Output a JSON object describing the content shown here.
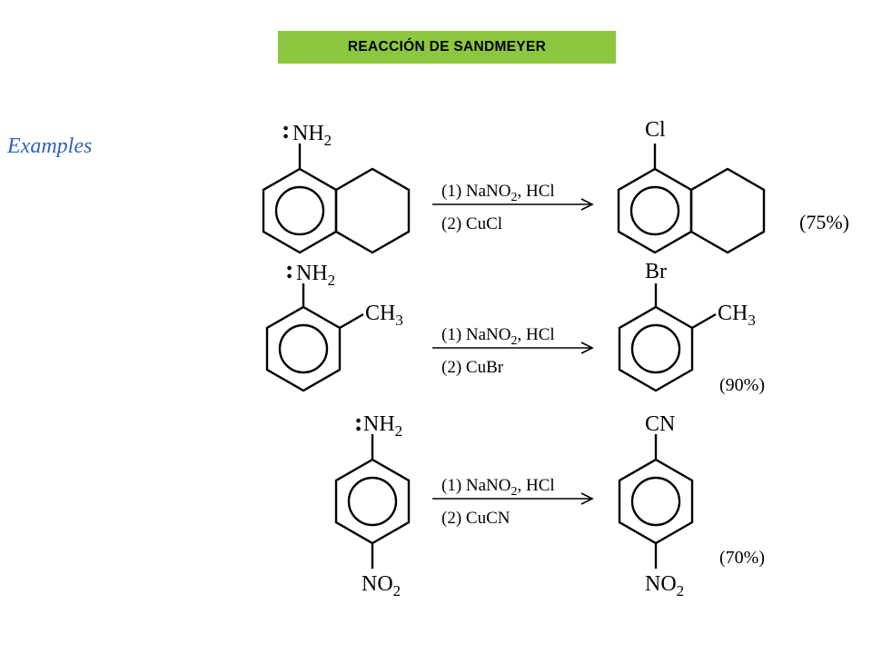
{
  "title": "REACCIÓN DE SANDMEYER",
  "examples_label": "Examples",
  "reactions": [
    {
      "reactant": {
        "group": "NH",
        "sub": "2",
        "lone_pair": ":"
      },
      "conditions": {
        "step1_a": "(1) NaNO",
        "step1_sub": "2",
        "step1_b": ", HCl",
        "step2": "(2) CuCl"
      },
      "product": {
        "group": "Cl"
      },
      "yield": "(75%)"
    },
    {
      "reactant": {
        "group": "NH",
        "sub": "2",
        "lone_pair": ":",
        "methyl": "CH",
        "methyl_sub": "3"
      },
      "conditions": {
        "step1_a": "(1) NaNO",
        "step1_sub": "2",
        "step1_b": ", HCl",
        "step2": "(2) CuBr"
      },
      "product": {
        "group": "Br",
        "methyl": "CH",
        "methyl_sub": "3"
      },
      "yield": "(90%)"
    },
    {
      "reactant": {
        "group": "NH",
        "sub": "2",
        "lone_pair": ":",
        "para": "NO",
        "para_sub": "2"
      },
      "conditions": {
        "step1_a": "(1) NaNO",
        "step1_sub": "2",
        "step1_b": ", HCl",
        "step2": "(2) CuCN"
      },
      "product": {
        "group": "CN",
        "para": "NO",
        "para_sub": "2"
      },
      "yield": "(70%)"
    }
  ]
}
